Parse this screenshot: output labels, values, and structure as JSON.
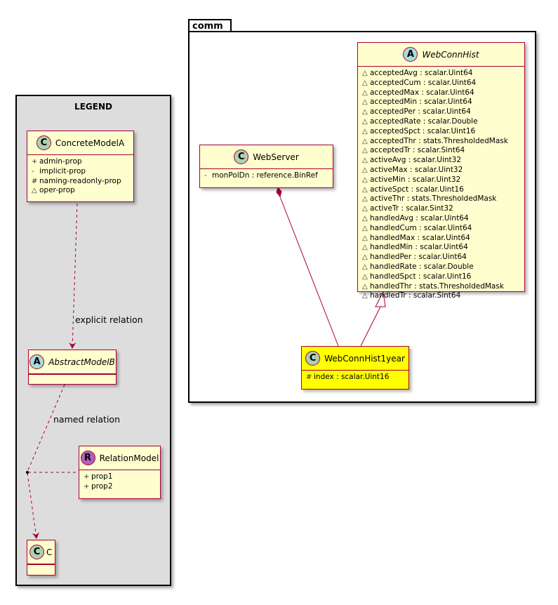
{
  "legend": {
    "title": "LEGEND",
    "classes": {
      "concrete": {
        "stereotype": "C",
        "name": "ConcreteModelA",
        "attrs": [
          {
            "vis": "+",
            "text": "admin-prop"
          },
          {
            "vis": "-",
            "text": "implicit-prop"
          },
          {
            "vis": "#",
            "text": "naming-readonly-prop"
          },
          {
            "vis": "△",
            "text": "oper-prop"
          }
        ]
      },
      "abstract": {
        "stereotype": "A",
        "name": "AbstractModelB"
      },
      "relation": {
        "stereotype": "R",
        "name": "RelationModel",
        "attrs": [
          {
            "vis": "+",
            "text": "prop1"
          },
          {
            "vis": "+",
            "text": "prop2"
          }
        ]
      },
      "c": {
        "stereotype": "C",
        "name": "C"
      }
    },
    "edge_labels": {
      "explicit": "explicit relation",
      "named": "named relation"
    }
  },
  "package": {
    "name": "comm",
    "classes": {
      "webserver": {
        "stereotype": "C",
        "name": "WebServer",
        "attrs": [
          {
            "vis": "-",
            "text": "monPolDn : reference.BinRef"
          }
        ]
      },
      "webconnhist": {
        "stereotype": "A",
        "name": "WebConnHist",
        "attrs": [
          {
            "vis": "△",
            "text": "acceptedAvg : scalar.Uint64"
          },
          {
            "vis": "△",
            "text": "acceptedCum : scalar.Uint64"
          },
          {
            "vis": "△",
            "text": "acceptedMax : scalar.Uint64"
          },
          {
            "vis": "△",
            "text": "acceptedMin : scalar.Uint64"
          },
          {
            "vis": "△",
            "text": "acceptedPer : scalar.Uint64"
          },
          {
            "vis": "△",
            "text": "acceptedRate : scalar.Double"
          },
          {
            "vis": "△",
            "text": "acceptedSpct : scalar.Uint16"
          },
          {
            "vis": "△",
            "text": "acceptedThr : stats.ThresholdedMask"
          },
          {
            "vis": "△",
            "text": "acceptedTr : scalar.Sint64"
          },
          {
            "vis": "△",
            "text": "activeAvg : scalar.Uint32"
          },
          {
            "vis": "△",
            "text": "activeMax : scalar.Uint32"
          },
          {
            "vis": "△",
            "text": "activeMin : scalar.Uint32"
          },
          {
            "vis": "△",
            "text": "activeSpct : scalar.Uint16"
          },
          {
            "vis": "△",
            "text": "activeThr : stats.ThresholdedMask"
          },
          {
            "vis": "△",
            "text": "activeTr : scalar.Sint32"
          },
          {
            "vis": "△",
            "text": "handledAvg : scalar.Uint64"
          },
          {
            "vis": "△",
            "text": "handledCum : scalar.Uint64"
          },
          {
            "vis": "△",
            "text": "handledMax : scalar.Uint64"
          },
          {
            "vis": "△",
            "text": "handledMin : scalar.Uint64"
          },
          {
            "vis": "△",
            "text": "handledPer : scalar.Uint64"
          },
          {
            "vis": "△",
            "text": "handledRate : scalar.Double"
          },
          {
            "vis": "△",
            "text": "handledSpct : scalar.Uint16"
          },
          {
            "vis": "△",
            "text": "handledThr : stats.ThresholdedMask"
          },
          {
            "vis": "△",
            "text": "handledTr : scalar.Sint64"
          }
        ]
      },
      "webconnhist1year": {
        "stereotype": "C",
        "name": "WebConnHist1year",
        "attrs": [
          {
            "vis": "#",
            "text": "index : scalar.Uint16"
          }
        ]
      }
    }
  },
  "colors": {
    "class_fill": "#fefece",
    "class_border": "#a80036",
    "highlight_fill": "#ffff00",
    "legend_fill": "#dddddd",
    "class_stereo": "#add1b2",
    "abstract_stereo": "#a9dcdf",
    "relation_stereo": "#b060c0"
  }
}
